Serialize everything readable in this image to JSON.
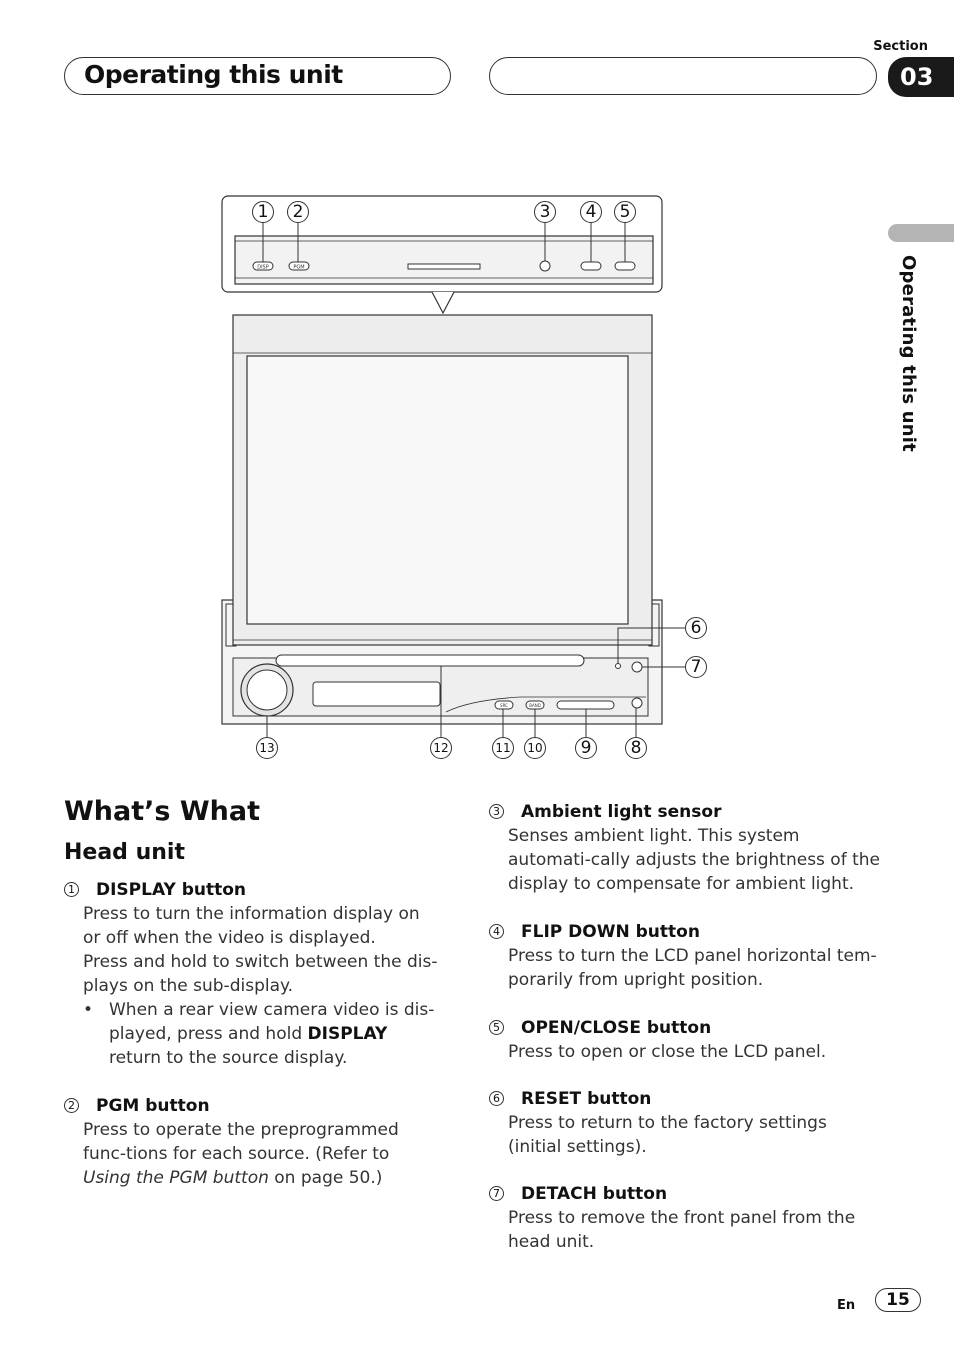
{
  "header": {
    "title": "Operating this unit",
    "section_label": "Section",
    "section_number": "03"
  },
  "side_tab": {
    "label": "Operating this unit"
  },
  "diagram": {
    "callouts": [
      "1",
      "2",
      "3",
      "4",
      "5",
      "6",
      "7",
      "8",
      "9",
      "10",
      "11",
      "12",
      "13"
    ],
    "button_labels": {
      "disp": "DISP",
      "pgm": "PGM",
      "src": "SRC",
      "band": "BAND"
    }
  },
  "main": {
    "heading": "What’s What",
    "subheading": "Head unit"
  },
  "items": {
    "i1": {
      "num": "1",
      "title": "DISPLAY button",
      "p1": "Press to turn the information display on or off when the video is displayed.",
      "p2": "Press and hold to switch between the dis-plays on the sub-display.",
      "bullet_dot": "•",
      "bullet_a": "When a rear view camera video is dis-played, press and hold ",
      "bullet_bold": "DISPLAY",
      "bullet_b": " return to the source display."
    },
    "i2": {
      "num": "2",
      "title": "PGM button",
      "p_a": "Press to operate the preprogrammed func-tions for each source. (Refer to ",
      "p_italic": "Using the PGM button",
      "p_b": " on page 50.)"
    },
    "i3": {
      "num": "3",
      "title": "Ambient light sensor",
      "p": "Senses ambient light. This system automati-cally adjusts the brightness of the display to compensate for ambient light."
    },
    "i4": {
      "num": "4",
      "title": "FLIP DOWN button",
      "p": "Press to turn the LCD panel horizontal tem-porarily from upright position."
    },
    "i5": {
      "num": "5",
      "title": "OPEN/CLOSE button",
      "p": "Press to open or close the LCD panel."
    },
    "i6": {
      "num": "6",
      "title": "RESET button",
      "p": "Press to return to the factory settings (initial settings)."
    },
    "i7": {
      "num": "7",
      "title": "DETACH button",
      "p": "Press to remove the front panel from the head unit."
    }
  },
  "footer": {
    "lang": "En",
    "page": "15"
  }
}
